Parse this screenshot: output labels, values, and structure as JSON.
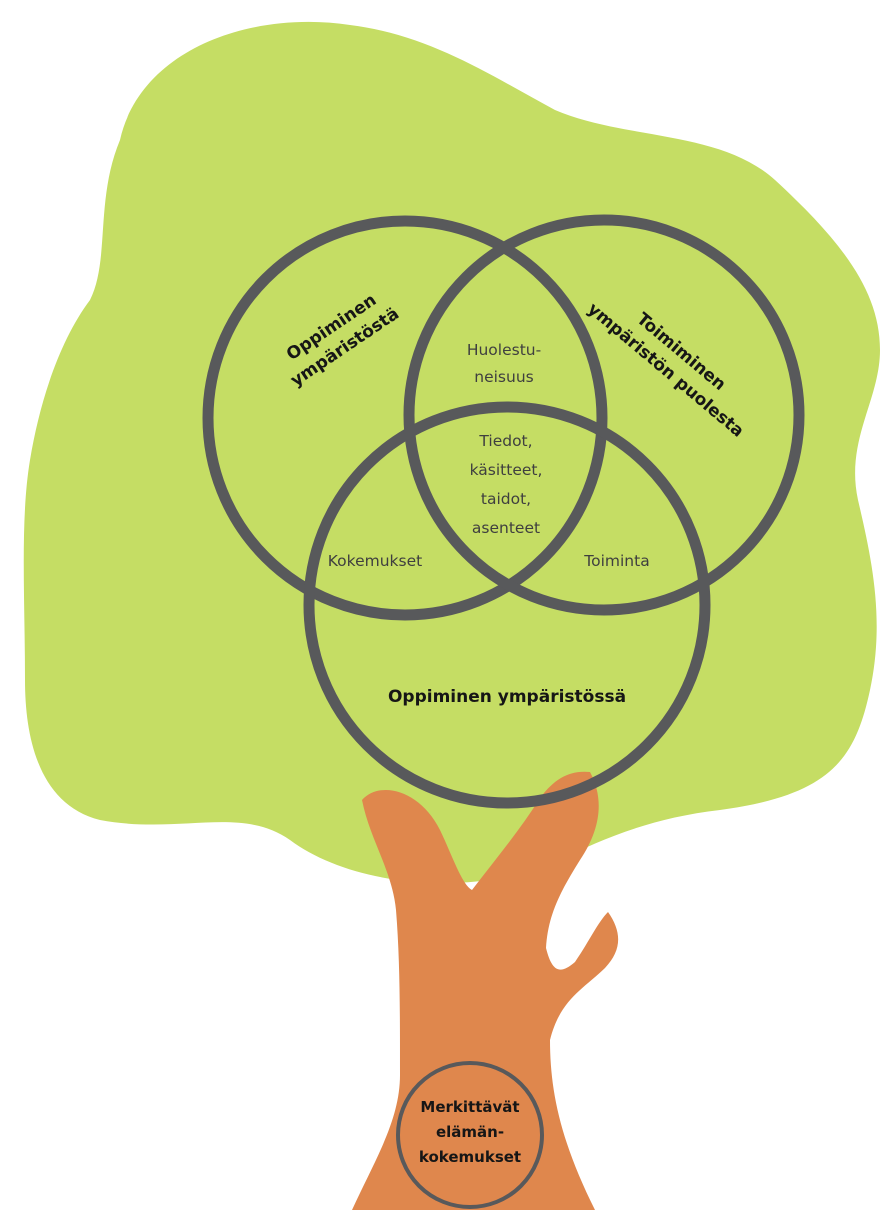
{
  "colors": {
    "canopy": "#c5dd64",
    "trunk": "#df874d",
    "ring": "#58595b",
    "background": "#ffffff"
  },
  "circles": {
    "top_left": {
      "lines": [
        "Oppiminen",
        "ympäristöstä"
      ]
    },
    "top_right": {
      "lines": [
        "Toimiminen",
        "ympäristön puolesta"
      ]
    },
    "bottom": {
      "label": "Oppiminen ympäristössä"
    }
  },
  "overlaps": {
    "top": [
      "Huolestu-",
      "neisuus"
    ],
    "left": "Kokemukset",
    "right": "Toiminta",
    "center": [
      "Tiedot,",
      "käsitteet,",
      "taidot,",
      "asenteet"
    ]
  },
  "root": {
    "lines": [
      "Merkittävät",
      "elämän-",
      "kokemukset"
    ]
  }
}
